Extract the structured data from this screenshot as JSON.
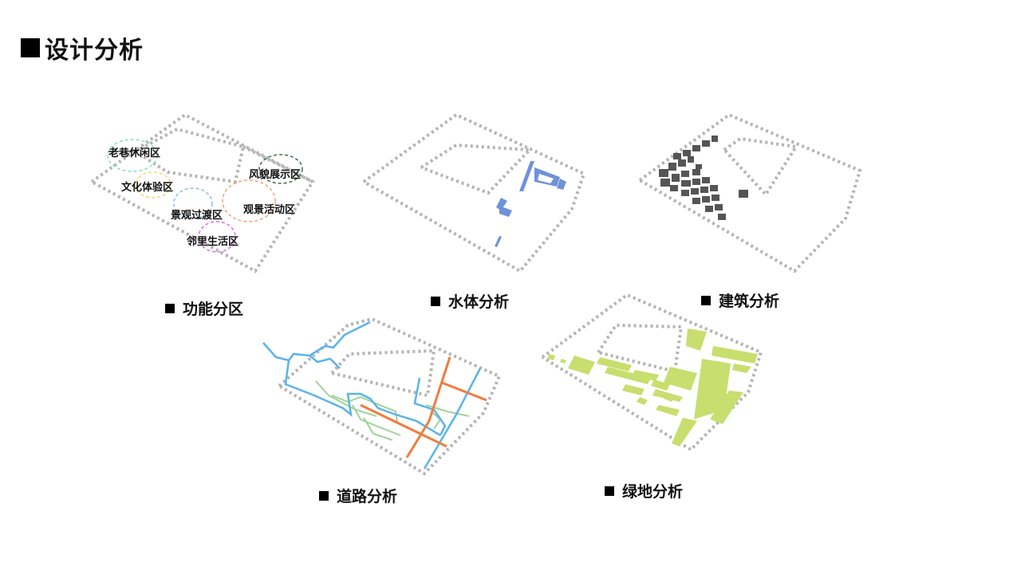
{
  "page": {
    "title": "设计分析"
  },
  "panels": {
    "function": {
      "caption": "功能分区"
    },
    "water": {
      "caption": "水体分析"
    },
    "building": {
      "caption": "建筑分析"
    },
    "road": {
      "caption": "道路分析"
    },
    "green": {
      "caption": "绿地分析"
    }
  },
  "zones": [
    {
      "label": "老巷休闲区",
      "color": "#86e0c0"
    },
    {
      "label": "文化体验区",
      "color": "#f3d56b"
    },
    {
      "label": "景观过渡区",
      "color": "#8ab8ea"
    },
    {
      "label": "风貌展示区",
      "color": "#3d6b46"
    },
    {
      "label": "观景活动区",
      "color": "#f0a378"
    },
    {
      "label": "邻里生活区",
      "color": "#d96fe0"
    }
  ],
  "colors": {
    "boundary": "#b3b3b3",
    "water": "#6f92d8",
    "building": "#555555",
    "road_main": "#5ab3ea",
    "road_secondary": "#f07c3c",
    "road_path": "#9fd39a",
    "green": "#c8de6e"
  },
  "icons": {
    "caption_marker": "black-square-icon"
  }
}
